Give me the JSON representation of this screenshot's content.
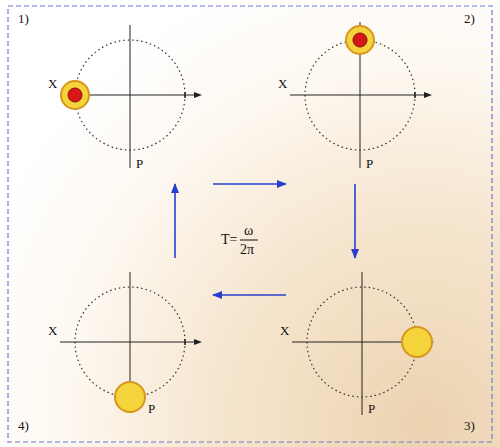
{
  "diagram": {
    "nodes": [
      {
        "text": [
          "1)",
          "X",
          "P"
        ]
      },
      {
        "text": [
          "2)",
          "X",
          "P"
        ]
      },
      {
        "text": [
          "4)",
          "X",
          "P"
        ]
      },
      {
        "text": [
          "3)",
          "X",
          "P"
        ]
      }
    ],
    "edges": [
      {
        "from": 0,
        "to": 1,
        "arrow": "to"
      },
      {
        "from": 1,
        "to": 3,
        "arrow": "to"
      },
      {
        "from": 3,
        "to": 2,
        "arrow": "to"
      },
      {
        "from": 2,
        "to": 0,
        "arrow": "to"
      }
    ],
    "labels": [
      "T=",
      "ω",
      "2π"
    ]
  }
}
